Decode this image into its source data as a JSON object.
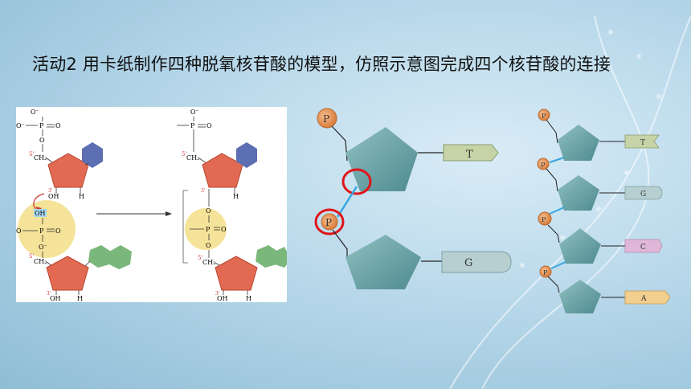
{
  "title": "活动2  用卡纸制作四种脱氧核苷酸的模型，仿照示意图完成四个核苷酸的连接",
  "left_figure": {
    "before": {
      "phosphate_top_o1": "O⁻",
      "phosphate_top_o2": "O⁻",
      "phosphate_top_p": "P",
      "phosphate_top_o3": "O",
      "o_left": "O",
      "ch2": "CH₂",
      "five_prime": "5'",
      "three_prime": "3'",
      "oh": "OH",
      "h": "H",
      "bubble_oh": "OH",
      "bubble_o1": "O",
      "bubble_p": "P",
      "bubble_o2": "O",
      "bubble_o3": "O⁻",
      "bottom_ch2": "CH₂",
      "bottom_five_prime": "5'",
      "bottom_three_prime": "3'",
      "bottom_oh": "OH",
      "bottom_h": "H"
    },
    "after": {
      "phosphate_top_o1": "O⁻",
      "phosphate_top_p": "P",
      "phosphate_top_o2": "O",
      "ch2": "CH₂",
      "five_prime": "5'",
      "three_prime": "3'",
      "h": "H",
      "bubble_o1": "O",
      "bubble_p": "P",
      "bubble_o2": "O",
      "bubble_o3": "O",
      "bottom_ch2": "CH₂",
      "bottom_five_prime": "5'",
      "bottom_three_prime": "3'",
      "bottom_oh": "OH",
      "bottom_h": "H"
    }
  },
  "middle_figure": {
    "phosphate_label": "P",
    "base_top": "T",
    "base_bottom": "G"
  },
  "right_chain": {
    "phosphate_label": "P",
    "bases": [
      "T",
      "G",
      "C",
      "A"
    ]
  },
  "colors": {
    "phosphate": "#e08a4e",
    "sugar": "#5e9aa0",
    "base_t": "#c6d3a6",
    "base_g": "#b7cfd0",
    "base_c": "#e0b7d8",
    "base_a": "#f2cf8f",
    "bond": "#37a7e0",
    "highlight": "#e0151b"
  }
}
